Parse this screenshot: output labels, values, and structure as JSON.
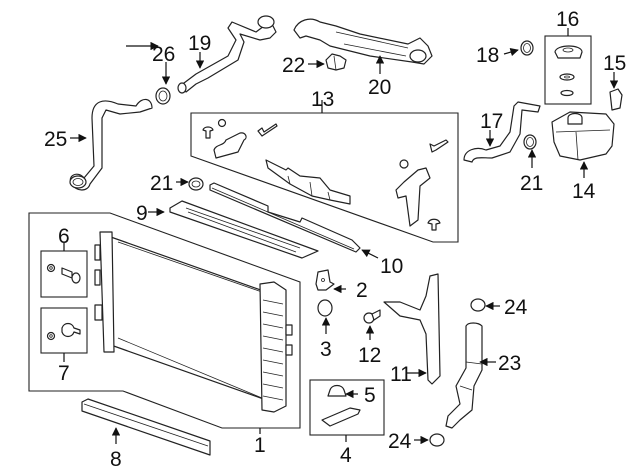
{
  "diagram": {
    "title": "Radiator & Components",
    "line_color": "#222222",
    "background": "#ffffff",
    "callouts": [
      {
        "id": "1",
        "label": "1",
        "part": "radiator"
      },
      {
        "id": "2",
        "label": "2",
        "part": "upper-insulator-bracket"
      },
      {
        "id": "3",
        "label": "3",
        "part": "lower-insulator"
      },
      {
        "id": "4",
        "label": "4",
        "part": "mount-bracket-kit"
      },
      {
        "id": "5",
        "label": "5",
        "part": "mount-grommet"
      },
      {
        "id": "6",
        "label": "6",
        "part": "drain-plug-kit"
      },
      {
        "id": "7",
        "label": "7",
        "part": "drain-valve-kit"
      },
      {
        "id": "8",
        "label": "8",
        "part": "lower-seal"
      },
      {
        "id": "9",
        "label": "9",
        "part": "upper-seal"
      },
      {
        "id": "10",
        "label": "10",
        "part": "air-deflector"
      },
      {
        "id": "11",
        "label": "11",
        "part": "side-baffle"
      },
      {
        "id": "12",
        "label": "12",
        "part": "push-pin-retainer"
      },
      {
        "id": "13",
        "label": "13",
        "part": "baffle-kit"
      },
      {
        "id": "14",
        "label": "14",
        "part": "coolant-reservoir"
      },
      {
        "id": "15",
        "label": "15",
        "part": "reservoir-bracket"
      },
      {
        "id": "16",
        "label": "16",
        "part": "reservoir-cap-kit"
      },
      {
        "id": "17",
        "label": "17",
        "part": "overflow-hose"
      },
      {
        "id": "18",
        "label": "18",
        "part": "hose-clamp"
      },
      {
        "id": "19",
        "label": "19",
        "part": "inlet-hose"
      },
      {
        "id": "20",
        "label": "20",
        "part": "heater-hose-assembly"
      },
      {
        "id": "21a",
        "label": "21",
        "part": "hose-clamp"
      },
      {
        "id": "21b",
        "label": "21",
        "part": "hose-clamp"
      },
      {
        "id": "22",
        "label": "22",
        "part": "connector"
      },
      {
        "id": "23",
        "label": "23",
        "part": "lower-hose"
      },
      {
        "id": "24a",
        "label": "24",
        "part": "hose-clamp"
      },
      {
        "id": "24b",
        "label": "24",
        "part": "hose-clamp"
      },
      {
        "id": "25",
        "label": "25",
        "part": "upper-hose"
      },
      {
        "id": "26",
        "label": "26",
        "part": "hose-clamp"
      }
    ]
  }
}
